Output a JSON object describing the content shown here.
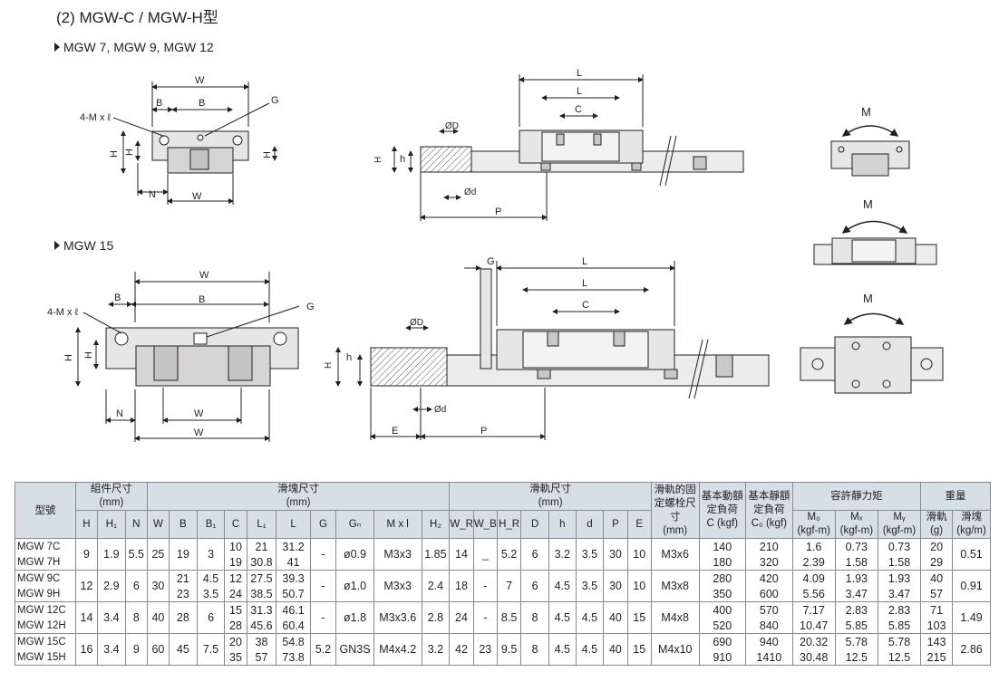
{
  "heading": "(2) MGW-C / MGW-H型",
  "section1": "MGW 7, MGW 9, MGW 12",
  "section2": "MGW 15",
  "labels": {
    "W": "W",
    "B": "B",
    "B1": "B",
    "Gn": "G",
    "mxl": "4-M x ℓ",
    "H": "H",
    "H1": "H",
    "H2": "H",
    "N": "N",
    "WR": "W",
    "WB": "W",
    "L": "L",
    "L1": "L",
    "C": "C",
    "D": "ØD",
    "d": "Ød",
    "P": "P",
    "E": "E",
    "HR": "H",
    "h": "h",
    "G": "G",
    "Mo": "M",
    "Mx": "M",
    "My": "M"
  },
  "table": {
    "h_model": "型號",
    "h_assembly": "組件尺寸",
    "h_block": "滑塊尺寸",
    "h_rail": "滑軌尺寸",
    "h_mm": "(mm)",
    "h_bolt": "滑軌的固定螺栓尺寸",
    "h_bolt_mm": "(mm)",
    "h_dyn": "基本動額定負荷",
    "h_dyn_unit": "C (kgf)",
    "h_static": "基本靜額定負荷",
    "h_static_unit": "C₀ (kgf)",
    "h_moment": "容許靜力矩",
    "h_weight": "重量",
    "h_mo": "M₀",
    "h_mx": "Mₓ",
    "h_my": "Mᵧ",
    "h_kgfm": "(kgf-m)",
    "h_rail_w": "滑軌",
    "h_rail_w_unit": "(g)",
    "h_block_w": "滑塊",
    "h_block_w_unit": "(kg/m)",
    "cols": [
      "H",
      "H₁",
      "N",
      "W",
      "B",
      "B₁",
      "C",
      "L₁",
      "L",
      "G",
      "Gₙ",
      "M x l",
      "H₂",
      "W_R",
      "W_B",
      "H_R",
      "D",
      "h",
      "d",
      "P",
      "E"
    ],
    "rows": [
      {
        "m1": "MGW 7C",
        "m2": "MGW 7H",
        "H": "9",
        "H1": "1.9",
        "N": "5.5",
        "W": "25",
        "B": "19",
        "B1": "3",
        "C1": "10",
        "C2": "19",
        "L1a": "21",
        "L1b": "30.8",
        "La": "31.2",
        "Lb": "41",
        "G": "-",
        "Gn": "ø0.9",
        "Ml": "M3x3",
        "H2": "1.85",
        "WR": "14",
        "WB": "_",
        "HR": "5.2",
        "D": "6",
        "h": "3.2",
        "d": "3.5",
        "P": "30",
        "E": "10",
        "bolt": "M3x6",
        "Ca": "140",
        "Cb": "180",
        "C0a": "210",
        "C0b": "320",
        "Moa": "1.6",
        "Mob": "2.39",
        "Mxa": "0.73",
        "Mxb": "1.58",
        "Mya": "0.73",
        "Myb": "1.58",
        "Wra": "20",
        "Wrb": "29",
        "Wb": "0.51"
      },
      {
        "m1": "MGW 9C",
        "m2": "MGW 9H",
        "H": "12",
        "H1": "2.9",
        "N": "6",
        "W": "30",
        "B": "21",
        "B1": "4.5",
        "Ba": "21",
        "Bb": "23",
        "B1a": "4.5",
        "B1b": "3.5",
        "C1": "12",
        "C2": "24",
        "L1a": "27.5",
        "L1b": "38.5",
        "La": "39.3",
        "Lb": "50.7",
        "G": "-",
        "Gn": "ø1.0",
        "Ml": "M3x3",
        "H2": "2.4",
        "WR": "18",
        "WB": "-",
        "HR": "7",
        "D": "6",
        "h": "4.5",
        "d": "3.5",
        "P": "30",
        "E": "10",
        "bolt": "M3x8",
        "Ca": "280",
        "Cb": "350",
        "C0a": "420",
        "C0b": "600",
        "Moa": "4.09",
        "Mob": "5.56",
        "Mxa": "1.93",
        "Mxb": "3.47",
        "Mya": "1.93",
        "Myb": "3.47",
        "Wra": "40",
        "Wrb": "57",
        "Wb": "0.91"
      },
      {
        "m1": "MGW 12C",
        "m2": "MGW 12H",
        "H": "14",
        "H1": "3.4",
        "N": "8",
        "W": "40",
        "B": "28",
        "B1": "6",
        "C1": "15",
        "C2": "28",
        "L1a": "31.3",
        "L1b": "45.6",
        "La": "46.1",
        "Lb": "60.4",
        "G": "-",
        "Gn": "ø1.8",
        "Ml": "M3x3.6",
        "H2": "2.8",
        "WR": "24",
        "WB": "-",
        "HR": "8.5",
        "D": "8",
        "h": "4.5",
        "d": "4.5",
        "P": "40",
        "E": "15",
        "bolt": "M4x8",
        "Ca": "400",
        "Cb": "520",
        "C0a": "570",
        "C0b": "840",
        "Moa": "7.17",
        "Mob": "10.47",
        "Mxa": "2.83",
        "Mxb": "5.85",
        "Mya": "2.83",
        "Myb": "5.85",
        "Wra": "71",
        "Wrb": "103",
        "Wb": "1.49"
      },
      {
        "m1": "MGW 15C",
        "m2": "MGW 15H",
        "H": "16",
        "H1": "3.4",
        "N": "9",
        "W": "60",
        "B": "45",
        "B1": "7.5",
        "C1": "20",
        "C2": "35",
        "L1a": "38",
        "L1b": "57",
        "La": "54.8",
        "Lb": "73.8",
        "G": "5.2",
        "Gn": "GN3S",
        "Ml": "M4x4.2",
        "H2": "3.2",
        "WR": "42",
        "WB": "23",
        "HR": "9.5",
        "D": "8",
        "h": "4.5",
        "d": "4.5",
        "P": "40",
        "E": "15",
        "bolt": "M4x10",
        "Ca": "690",
        "Cb": "910",
        "C0a": "940",
        "C0b": "1410",
        "Moa": "20.32",
        "Mob": "30.48",
        "Mxa": "5.78",
        "Mxb": "12.5",
        "Mya": "5.78",
        "Myb": "12.5",
        "Wra": "143",
        "Wrb": "215",
        "Wb": "2.86"
      }
    ]
  }
}
